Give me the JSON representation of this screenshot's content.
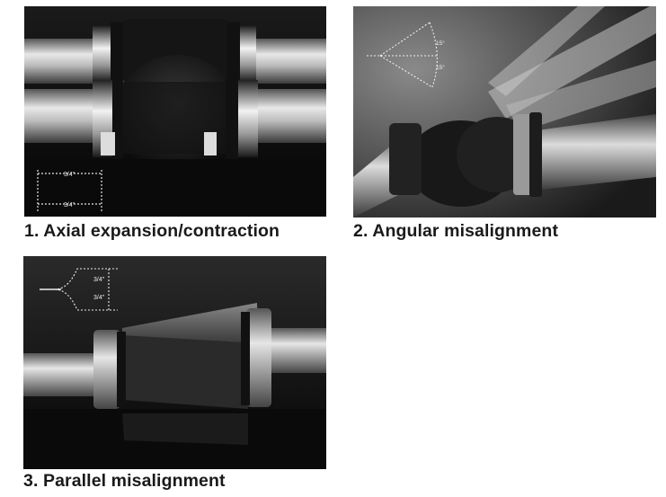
{
  "panels": [
    {
      "caption": "1. Axial expansion/contraction",
      "dim_top": "3/4\"",
      "dim_bottom": "3/4\""
    },
    {
      "caption": "2. Angular misalignment",
      "angle_top": "15°",
      "angle_bottom": "15°"
    },
    {
      "caption": "3. Parallel misalignment",
      "dim_top": "3/4\"",
      "dim_bottom": "3/4\""
    }
  ]
}
